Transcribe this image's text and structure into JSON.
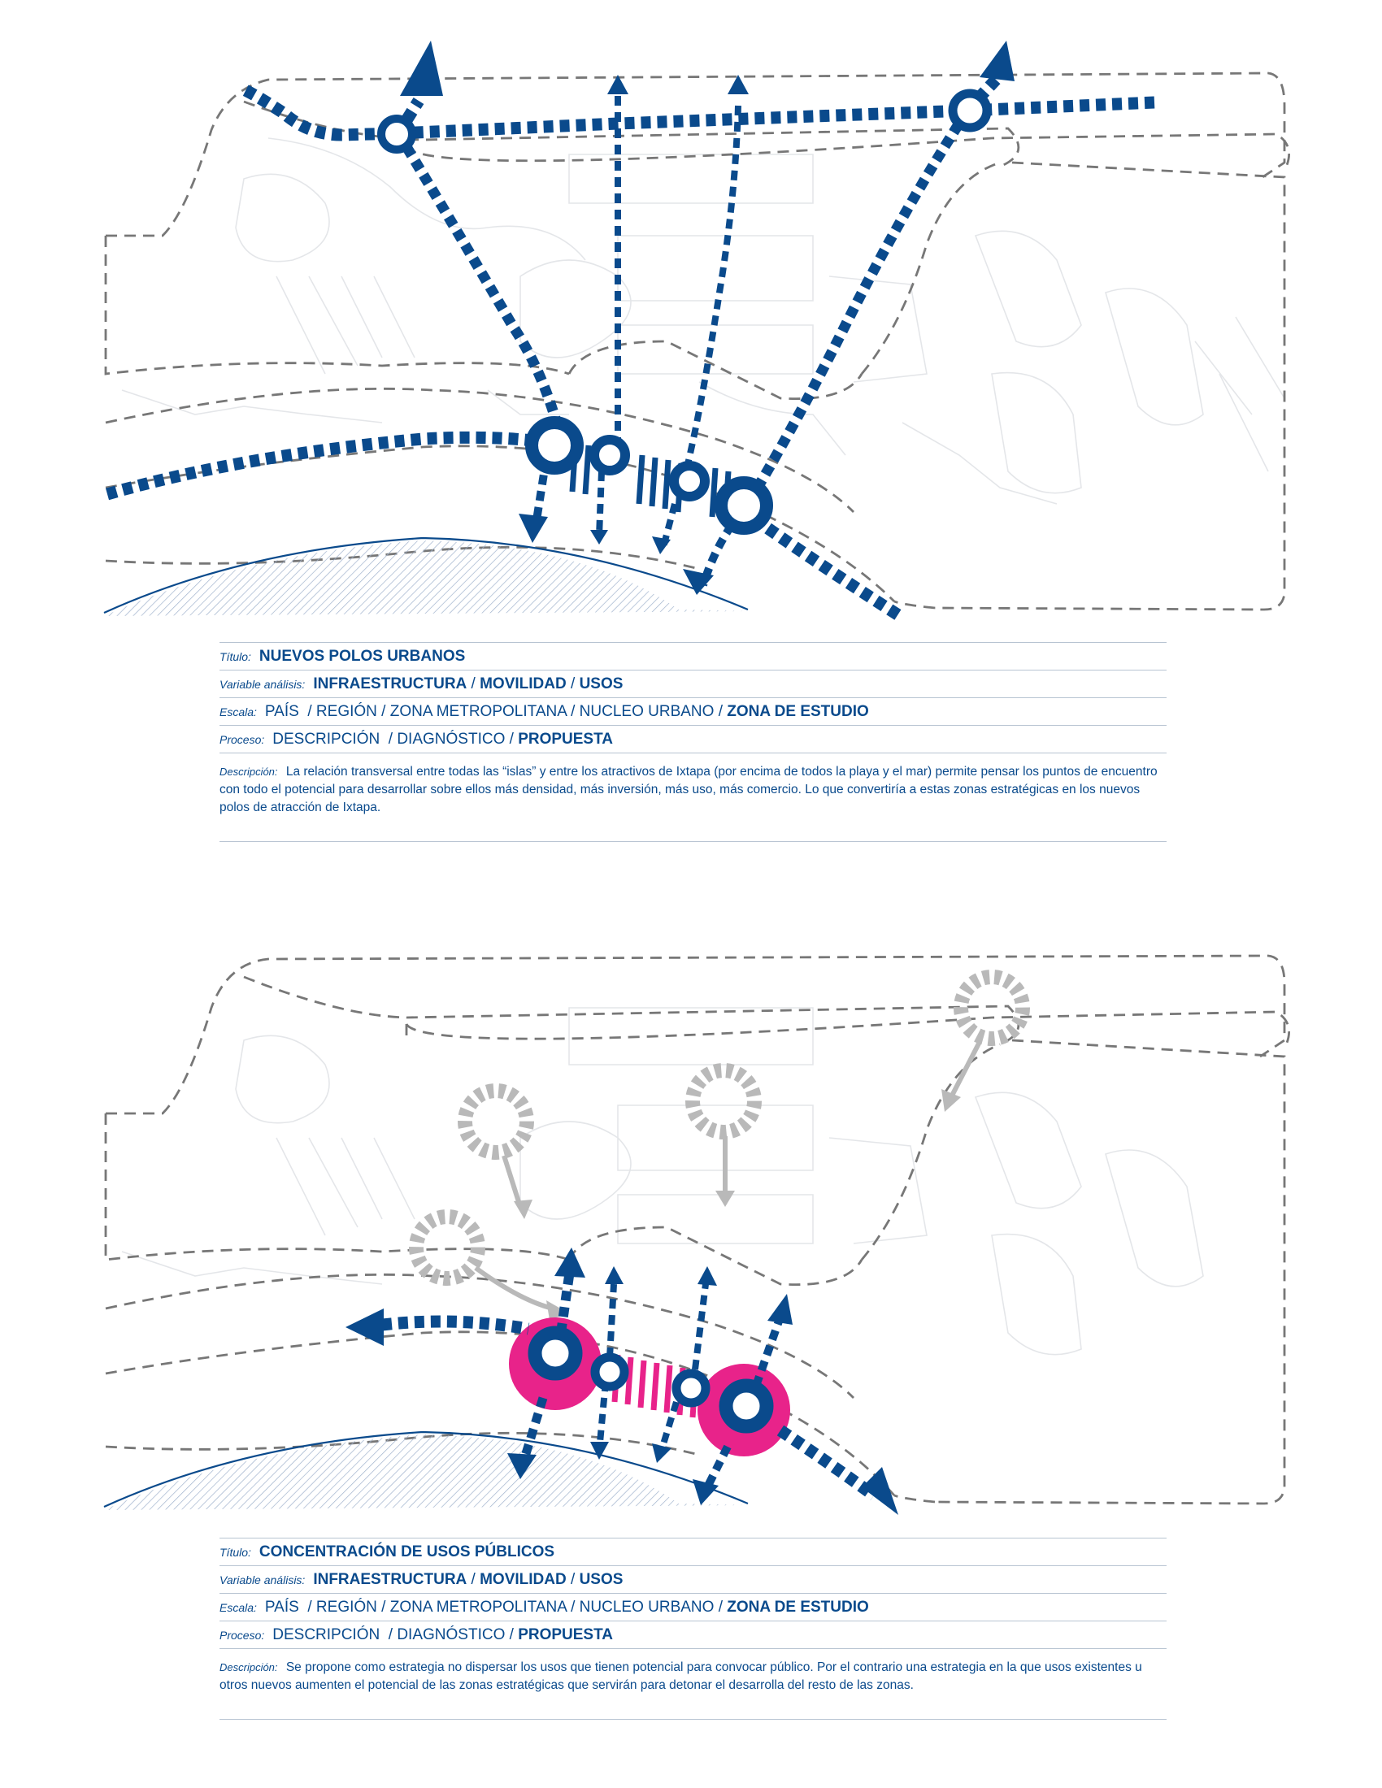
{
  "colors": {
    "primary": "#0a4a8c",
    "accent": "#e8238a",
    "grey": "#b9b9b9",
    "line": "#777777"
  },
  "panels": [
    {
      "title_label": "Título:",
      "title": "NUEVOS POLOS URBANOS",
      "variable_label": "Variable análisis:",
      "variable": [
        "INFRAESTRUCTURA",
        " / ",
        "MOVILIDAD",
        " / ",
        "USOS"
      ],
      "scale_label": "Escala:",
      "scale": [
        "PAÍS",
        "  / REGIÓN / ZONA METROPOLITANA / NUCLEO URBANO / ",
        "ZONA DE ESTUDIO"
      ],
      "process_label": "Proceso:",
      "process": [
        "DESCRIPCIÓN",
        "  / DIAGNÓSTICO / ",
        "PROPUESTA"
      ],
      "description_label": "Descripción:",
      "description": "La relación transversal entre todas las “islas” y entre los atractivos de Ixtapa (por encima de todos la playa y el mar) permite pensar los puntos de encuentro con todo el potencial para desarrollar sobre ellos más densidad, más inversión, más uso, más comercio. Lo que convertiría a estas zonas estratégicas en los nuevos polos de atracción de Ixtapa."
    },
    {
      "title_label": "Título:",
      "title": "CONCENTRACIÓN DE USOS PÚBLICOS",
      "variable_label": "Variable análisis:",
      "variable": [
        "INFRAESTRUCTURA",
        " / ",
        "MOVILIDAD",
        " / ",
        "USOS"
      ],
      "scale_label": "Escala:",
      "scale": [
        "PAÍS",
        "  / REGIÓN / ZONA METROPOLITANA / NUCLEO URBANO / ",
        "ZONA DE ESTUDIO"
      ],
      "process_label": "Proceso:",
      "process": [
        "DESCRIPCIÓN",
        "  / DIAGNÓSTICO / ",
        "PROPUESTA"
      ],
      "description_label": "Descripción:",
      "description": "Se propone como estrategia no dispersar los usos que tienen potencial para convocar público. Por el contrario una estrategia en la que usos existentes u otros nuevos aumenten el potencial de las zonas estratégicas que servirán para detonar el desarrolla del resto de las zonas."
    }
  ]
}
